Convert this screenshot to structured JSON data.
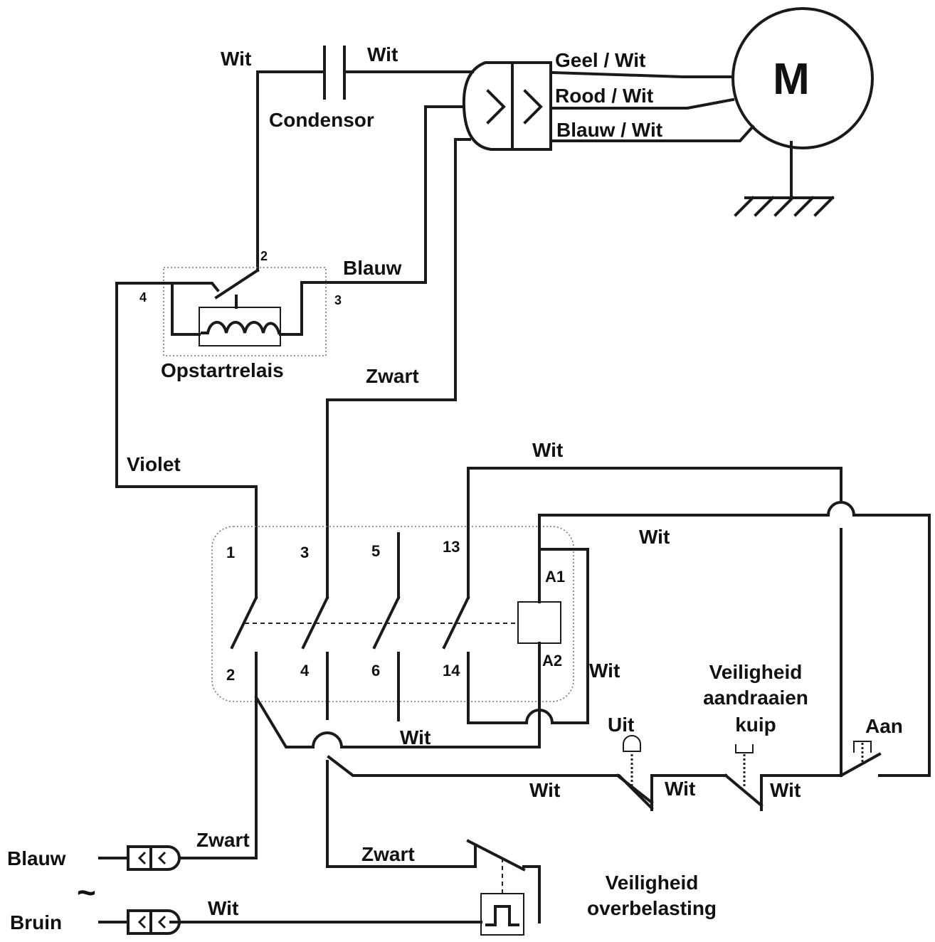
{
  "motor": {
    "label": "M"
  },
  "wires": {
    "cap_left": "Wit",
    "cap_right": "Wit",
    "motor_1": "Geel / Wit",
    "motor_2": "Rood / Wit",
    "motor_3": "Blauw / Wit",
    "blauw": "Blauw",
    "zwart_top": "Zwart",
    "violet": "Violet",
    "wit_top": "Wit",
    "wit_mid": "Wit",
    "wit_coil": "Wit",
    "wit_bottom": "Wit",
    "wit_uit": "Wit",
    "wit_between": "Wit",
    "wit_after": "Wit",
    "zwart_in": "Zwart",
    "zwart_overload": "Zwart",
    "wit_in": "Wit"
  },
  "components": {
    "condensor": "Condensor",
    "relay": "Opstartrelais",
    "relay_pins": {
      "p2": "2",
      "p3": "3",
      "p4": "4"
    },
    "contactor_top": [
      "1",
      "3",
      "5",
      "13"
    ],
    "contactor_bottom": [
      "2",
      "4",
      "6",
      "14"
    ],
    "coil_a1": "A1",
    "coil_a2": "A2",
    "uit": "Uit",
    "aan": "Aan",
    "safety_tub": [
      "Veiligheid",
      "aandraaien",
      "kuip"
    ],
    "safety_overload": [
      "Veiligheid",
      "overbelasting"
    ]
  },
  "supply": {
    "blauw": "Blauw",
    "bruin": "Bruin",
    "ac_symbol": "~"
  }
}
